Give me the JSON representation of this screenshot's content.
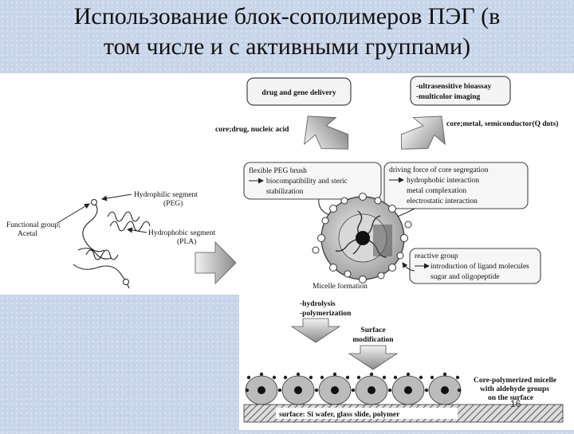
{
  "slide": {
    "title_line1": "Использование блок-сополимеров ПЭГ (в",
    "title_line2": "том числе и с активными группами)",
    "page_number": "16"
  },
  "diagram": {
    "top_left_box": "drug and gene delivery",
    "top_right_box_line1": "-ultrasensitive bioassay",
    "top_right_box_line2": "-multicolor imaging",
    "core_drug_label": "core;drug, nucleic acid",
    "core_metal_label": "core;metal, semiconductor(Q dots)",
    "peg_box_line1": "flexible PEG brush",
    "peg_box_line2": "biocompatibility and steric",
    "peg_box_line3": "stabilization",
    "core_box_line1": "driving force of core segregation",
    "core_box_line2": "hydrophobic interaction",
    "core_box_line3": "metal complexation",
    "core_box_line4": "electrostatic interaction",
    "hydrophilic_line1": "Hydrophilic segment",
    "hydrophilic_line2": "(PEG)",
    "functional_line1": "Functional group;",
    "functional_line2": "Acetal",
    "hydrophobic_line1": "Hydrophobic segment",
    "hydrophobic_line2": "(PLA)",
    "reactive_line1": "reactive group",
    "reactive_line2": "introduction of ligand molecules",
    "reactive_line3": "sugar and oligopeptide",
    "micelle_formation": "Micelle formation",
    "hydrolysis": "-hydrolysis",
    "polymerization": "-polymerization",
    "surface_mod_line1": "Surface",
    "surface_mod_line2": "modification",
    "core_poly_line1": "Core-polymerized micelle",
    "core_poly_line2": "with aldehyde groups",
    "core_poly_line3": "on the surface",
    "surface_label": "surface: Si wafer, glass slide, polymer"
  }
}
